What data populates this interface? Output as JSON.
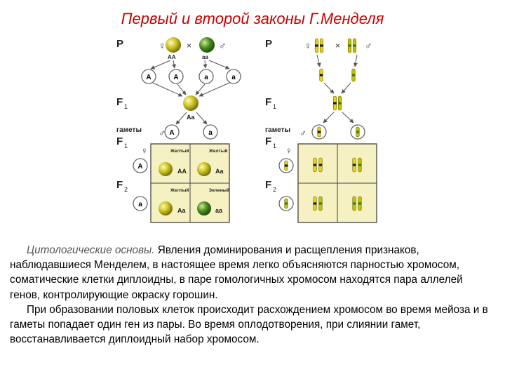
{
  "title": "Первый и второй законы Г.Менделя",
  "left_diagram": {
    "row_labels": {
      "p": "P",
      "f1": "F",
      "f1_sub": "1",
      "gametes": "гаметы",
      "f1b": "F",
      "f1b_sub": "1",
      "f2": "F",
      "f2_sub": "2"
    },
    "female_symbol": "♀",
    "male_symbol": "♂",
    "cross_symbol": "×",
    "parents": [
      {
        "genotype": "AA",
        "color": "#c8c020"
      },
      {
        "genotype": "aa",
        "color": "#5a9a28"
      }
    ],
    "parent_gametes": [
      "A",
      "A",
      "a",
      "a"
    ],
    "f1_genotype": "Aa",
    "f1_gametes_male": [
      "A",
      "a"
    ],
    "f1_gametes_female": [
      "A",
      "a"
    ],
    "punnett": [
      {
        "phenotype": "Желтый",
        "genotype": "AA",
        "color": "#c8c020"
      },
      {
        "phenotype": "Желтый",
        "genotype": "Aa",
        "color": "#c8c020"
      },
      {
        "phenotype": "Желтый",
        "genotype": "Aa",
        "color": "#c8c020"
      },
      {
        "phenotype": "Зеленый",
        "genotype": "aa",
        "color": "#4a8a22"
      }
    ]
  },
  "right_diagram": {
    "row_labels": {
      "p": "P",
      "f1": "F",
      "f1_sub": "1",
      "gametes": "гаметы",
      "f1b": "F",
      "f1b_sub": "1",
      "f2": "F",
      "f2_sub": "2"
    },
    "female_symbol": "♀",
    "male_symbol": "♂",
    "cross_symbol": "×",
    "chromosome_dominant_color": "#e8d21a",
    "chromosome_recessive_color": "#c7c000"
  },
  "text": {
    "p1_italic": "Цитологические основы.",
    "p1_rest": " Явления доминирования и расщепления признаков, наблюдавшиеся Менделем, в настоящее время легко объясняются парностью хромосом, соматические клетки диплоидны, в паре гомологичных хромосом находятся пара аллелей генов, контролирующие окраску горошин.",
    "p2": "При образовании половых клеток происходит расхождением хромосом во время мейоза и в гаметы попадает один ген из пары. Во время оплодотворения, при слиянии гамет, восстанавливается диплоидный набор хромосом."
  }
}
